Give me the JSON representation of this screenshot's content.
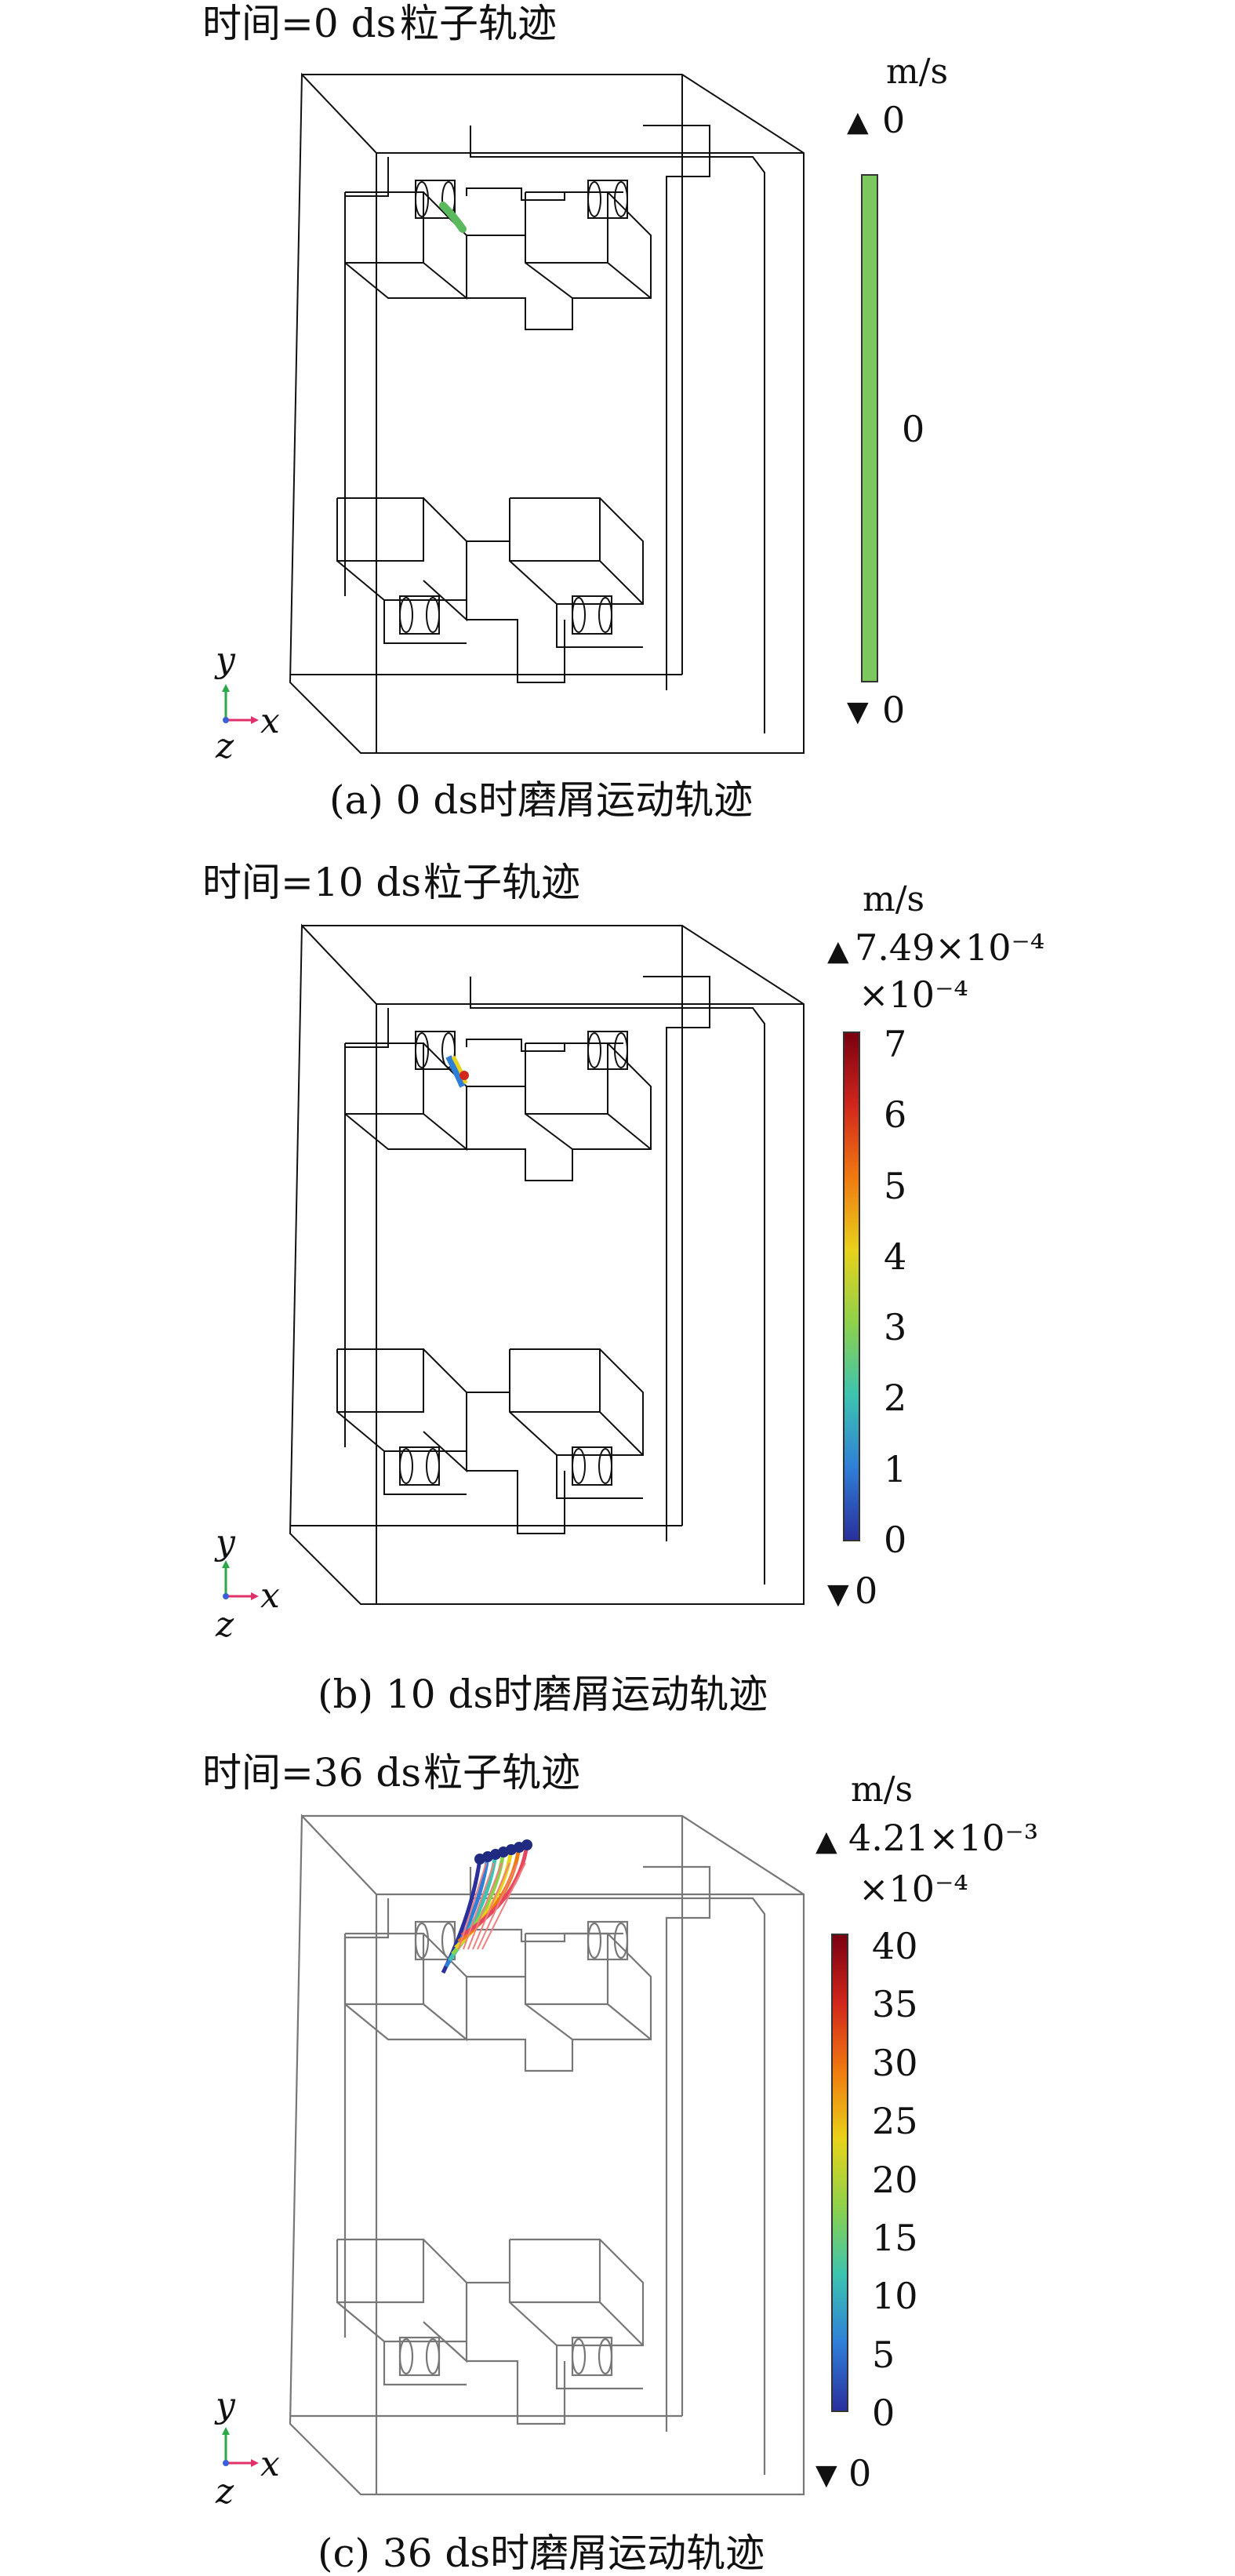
{
  "panels": [
    {
      "header_time": "时间=0 ds",
      "header_title": "粒子轨迹",
      "unit": "m/s",
      "max_label": "0",
      "min_label": "0",
      "multiplier": "",
      "ticks": [
        "0"
      ],
      "caption": "(a) 0 ds时磨屑运动轨迹",
      "colorbar_colors": [
        "#7dc75f"
      ]
    },
    {
      "header_time": "时间=10 ds",
      "header_title": "粒子轨迹",
      "unit": "m/s",
      "max_label": "7.49×10⁻⁴",
      "min_label": "0",
      "multiplier": "×10⁻⁴",
      "ticks": [
        "7",
        "6",
        "5",
        "4",
        "3",
        "2",
        "1",
        "0"
      ],
      "caption": "(b) 10 ds时磨屑运动轨迹",
      "colorbar_colors": [
        "#7a0010",
        "#d2261c",
        "#f07a10",
        "#e8d21a",
        "#8ed14a",
        "#3cc4b0",
        "#2f7fd8",
        "#2a2f9c"
      ]
    },
    {
      "header_time": "时间=36 ds",
      "header_title": "粒子轨迹",
      "unit": "m/s",
      "max_label": "4.21×10⁻³",
      "min_label": "0",
      "multiplier": "×10⁻⁴",
      "ticks": [
        "40",
        "35",
        "30",
        "25",
        "20",
        "15",
        "10",
        "5",
        "0"
      ],
      "caption": "(c) 36 ds时磨屑运动轨迹",
      "colorbar_colors": [
        "#7a0010",
        "#d2261c",
        "#f07a10",
        "#e8d21a",
        "#8ed14a",
        "#3cc4b0",
        "#2f7fd8",
        "#2a2f9c"
      ]
    }
  ],
  "axes_triad": {
    "y": "y",
    "x": "x",
    "z": "z"
  },
  "colors": {
    "x_axis": "#e0306a",
    "y_axis": "#2aa84a",
    "z_axis": "#3a5fd8",
    "wire": "#111111"
  }
}
